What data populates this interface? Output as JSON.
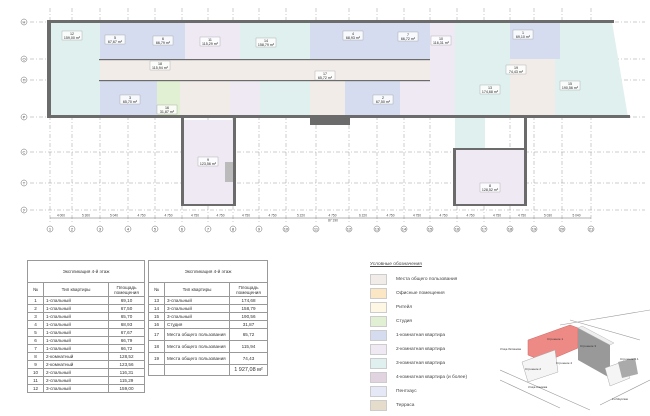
{
  "plan": {
    "row_axes": [
      "Н",
      "О",
      "П",
      "Р",
      "С",
      "Т",
      "У"
    ],
    "col_axes": [
      "1",
      "2",
      "3",
      "4",
      "5",
      "6",
      "7",
      "8",
      "9",
      "10",
      "11",
      "12",
      "13",
      "14",
      "15",
      "16",
      "17",
      "18",
      "19",
      "20",
      "21"
    ],
    "dimensions": [
      "4 000",
      "5 300",
      "5 040",
      "4 750",
      "4 750",
      "4 750",
      "4 750",
      "4 750",
      "4 750",
      "5 220",
      "4 750",
      "6 220",
      "4 750",
      "4 750",
      "4 750",
      "4 750",
      "4 750",
      "4 750",
      "5 030",
      "5 040"
    ],
    "total_dimension": "87 190",
    "rooms": [
      {
        "num": "12",
        "area": "159,00 m²"
      },
      {
        "num": "5",
        "area": "67,67 m²"
      },
      {
        "num": "6",
        "area": "66,79 m²"
      },
      {
        "num": "11",
        "area": "115,29 m²"
      },
      {
        "num": "14",
        "area": "158,79 m²"
      },
      {
        "num": "4",
        "area": "68,93 m²"
      },
      {
        "num": "7",
        "area": "66,72 m²"
      },
      {
        "num": "10",
        "area": "116,31 m²"
      },
      {
        "num": "1",
        "area": "69,10 m²"
      },
      {
        "num": "18",
        "area": "115,94 m²"
      },
      {
        "num": "17",
        "area": "65,72 m²"
      },
      {
        "num": "3",
        "area": "65,70 m²"
      },
      {
        "num": "16",
        "area": "31,87 m²"
      },
      {
        "num": "2",
        "area": "67,50 m²"
      },
      {
        "num": "13",
        "area": "174,68 m²"
      },
      {
        "num": "19",
        "area": "74,43 m²"
      },
      {
        "num": "15",
        "area": "190,56 m²"
      },
      {
        "num": "9",
        "area": "123,56 m²"
      },
      {
        "num": "8",
        "area": "128,52 m²"
      }
    ]
  },
  "table1": {
    "title": "Экспликация 4-й этаж",
    "headers": [
      "№",
      "Тип квартиры",
      "Площадь помещения"
    ],
    "rows": [
      [
        "1",
        "1-спальный",
        "69,10"
      ],
      [
        "2",
        "1-спальный",
        "67,50"
      ],
      [
        "3",
        "1-спальный",
        "65,70"
      ],
      [
        "4",
        "1-спальный",
        "68,93"
      ],
      [
        "5",
        "1-спальный",
        "67,67"
      ],
      [
        "6",
        "1-спальный",
        "66,79"
      ],
      [
        "7",
        "1-спальный",
        "66,72"
      ],
      [
        "8",
        "2-комнатный",
        "128,52"
      ],
      [
        "9",
        "2-комнатный",
        "123,56"
      ],
      [
        "10",
        "2-спальный",
        "116,31"
      ],
      [
        "11",
        "2-спальный",
        "115,29"
      ],
      [
        "12",
        "3-спальный",
        "159,00"
      ]
    ]
  },
  "table2": {
    "title": "Экспликация 4-й этаж",
    "headers": [
      "№",
      "Тип квартиры",
      "Площадь помещения"
    ],
    "rows": [
      [
        "13",
        "3-спальный",
        "174,68"
      ],
      [
        "14",
        "3-спальный",
        "158,79"
      ],
      [
        "15",
        "3-спальный",
        "190,56"
      ],
      [
        "16",
        "Студия",
        "31,87"
      ],
      [
        "17",
        "Места общего пользования",
        "65,72"
      ],
      [
        "18",
        "Места общего пользования",
        "115,94"
      ],
      [
        "19",
        "Места общего пользования",
        "74,43"
      ]
    ],
    "total": "1 927,08 м²"
  },
  "legend": {
    "title": "Условные обозначения",
    "items": [
      {
        "label": "Места общего пользования",
        "color": "#f1ece8"
      },
      {
        "label": "Офисные помещения",
        "color": "#fbe7c4"
      },
      {
        "label": "Ритейл",
        "color": "#fdf7e3"
      },
      {
        "label": "Студия",
        "color": "#e1efd2"
      },
      {
        "label": "1-комнатная квартира",
        "color": "#d6dcef"
      },
      {
        "label": "2-комнатная квартира",
        "color": "#efe9f4"
      },
      {
        "label": "3-комнатная квартира",
        "color": "#e0f0ef"
      },
      {
        "label": "4-комнатная квартира (и более)",
        "color": "#e2d3e0"
      },
      {
        "label": "Пентхаус",
        "color": "#e4e8f7"
      },
      {
        "label": "Терраса",
        "color": "#e6dccb"
      }
    ]
  },
  "site": {
    "labels": [
      "Строение 1",
      "Строение 2",
      "Строение 3",
      "Строение 4",
      "Строение 4.1",
      "Улица Литвинова",
      "Улица Алымова",
      "2-я Миусская"
    ],
    "highlight_color": "#ee8a86"
  }
}
